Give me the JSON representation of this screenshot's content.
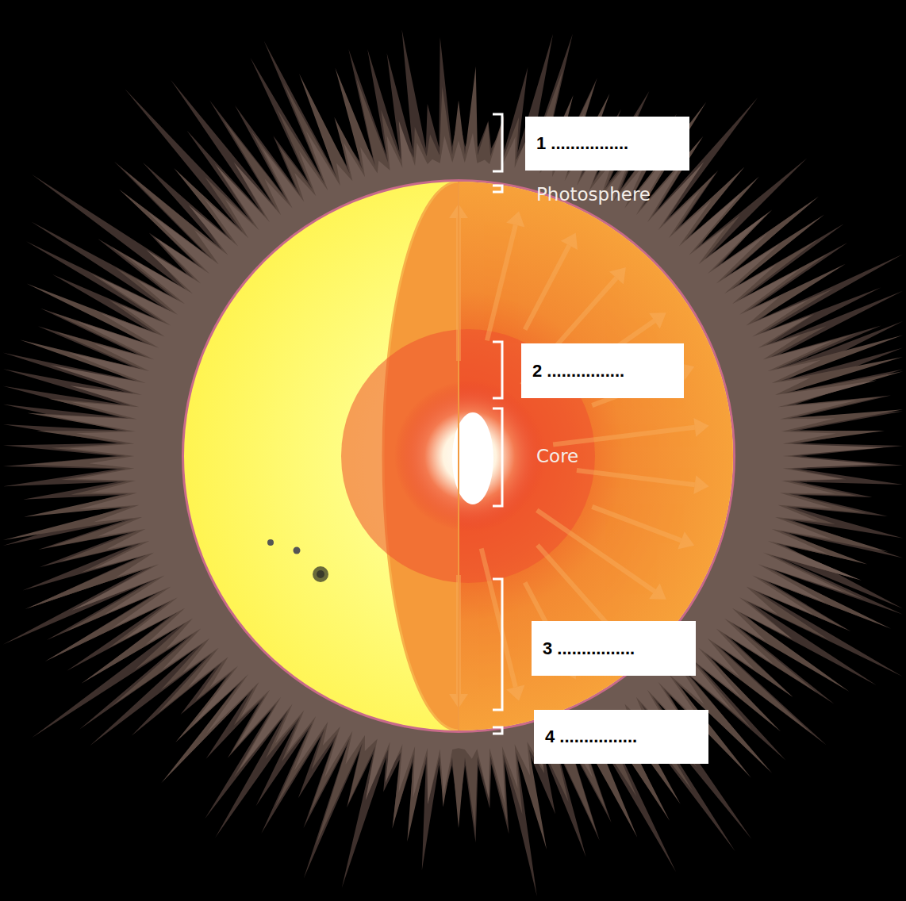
{
  "diagram": {
    "nodes": [
      {
        "text": [
          "1 ................"
        ]
      },
      {
        "text": [
          "2 ................"
        ]
      },
      {
        "text": [
          "3 ................"
        ]
      },
      {
        "text": [
          "4 ................"
        ]
      }
    ],
    "labels": [
      "Photosphere",
      "Core"
    ]
  }
}
